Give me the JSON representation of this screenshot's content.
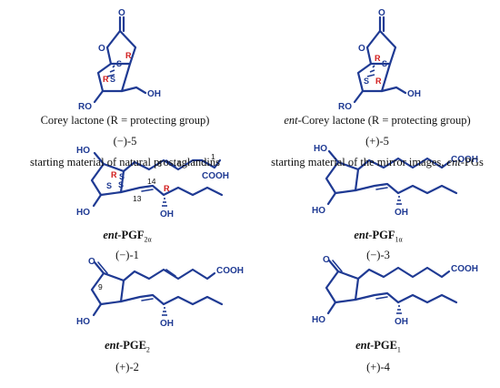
{
  "colors": {
    "bond": "#1f3a93",
    "stereo_R": "#d11a1a",
    "stereo_S": "#1f3a93"
  },
  "structures": {
    "corey": {
      "ring_O": "O",
      "carbonyl_O": "O",
      "R": "R",
      "S": "S",
      "RO": "RO",
      "OH": "OH",
      "caption": "Corey lactone (R = protecting group)",
      "number": "(−)-5",
      "role": "starting material of natural prostaglandins"
    },
    "ent_corey": {
      "ring_O": "O",
      "carbonyl_O": "O",
      "R": "R",
      "S": "S",
      "RO": "RO",
      "OH": "OH",
      "caption_prefix": "ent",
      "caption_rest": "-Corey lactone (R = protecting group)",
      "number": "(+)-5",
      "role_prefix": "starting material of the mirror images, ",
      "role_ent": "ent",
      "role_suffix": "-PGs"
    },
    "pgf2a": {
      "HO_top": "HO",
      "HO_bottom": "HO",
      "OH": "OH",
      "COOH": "COOH",
      "n1": "1",
      "n5": "5",
      "n6": "6",
      "n13": "13",
      "n14": "14",
      "R": "R",
      "S": "S",
      "name_ent": "ent",
      "name_main": "-PGF",
      "name_sub": "2α",
      "number": "(−)-1"
    },
    "pgf1a": {
      "HO_top": "HO",
      "HO_bottom": "HO",
      "OH": "OH",
      "COOH": "COOH",
      "name_ent": "ent",
      "name_main": "-PGF",
      "name_sub": "1α",
      "number": "(−)-3"
    },
    "pge2": {
      "O": "O",
      "HO": "HO",
      "OH": "OH",
      "COOH": "COOH",
      "n9": "9",
      "name_ent": "ent",
      "name_main": "-PGE",
      "name_sub": "2",
      "number": "(+)-2"
    },
    "pge1": {
      "O": "O",
      "HO": "HO",
      "OH": "OH",
      "COOH": "COOH",
      "name_ent": "ent",
      "name_main": "-PGE",
      "name_sub": "1",
      "number": "(+)-4"
    }
  }
}
